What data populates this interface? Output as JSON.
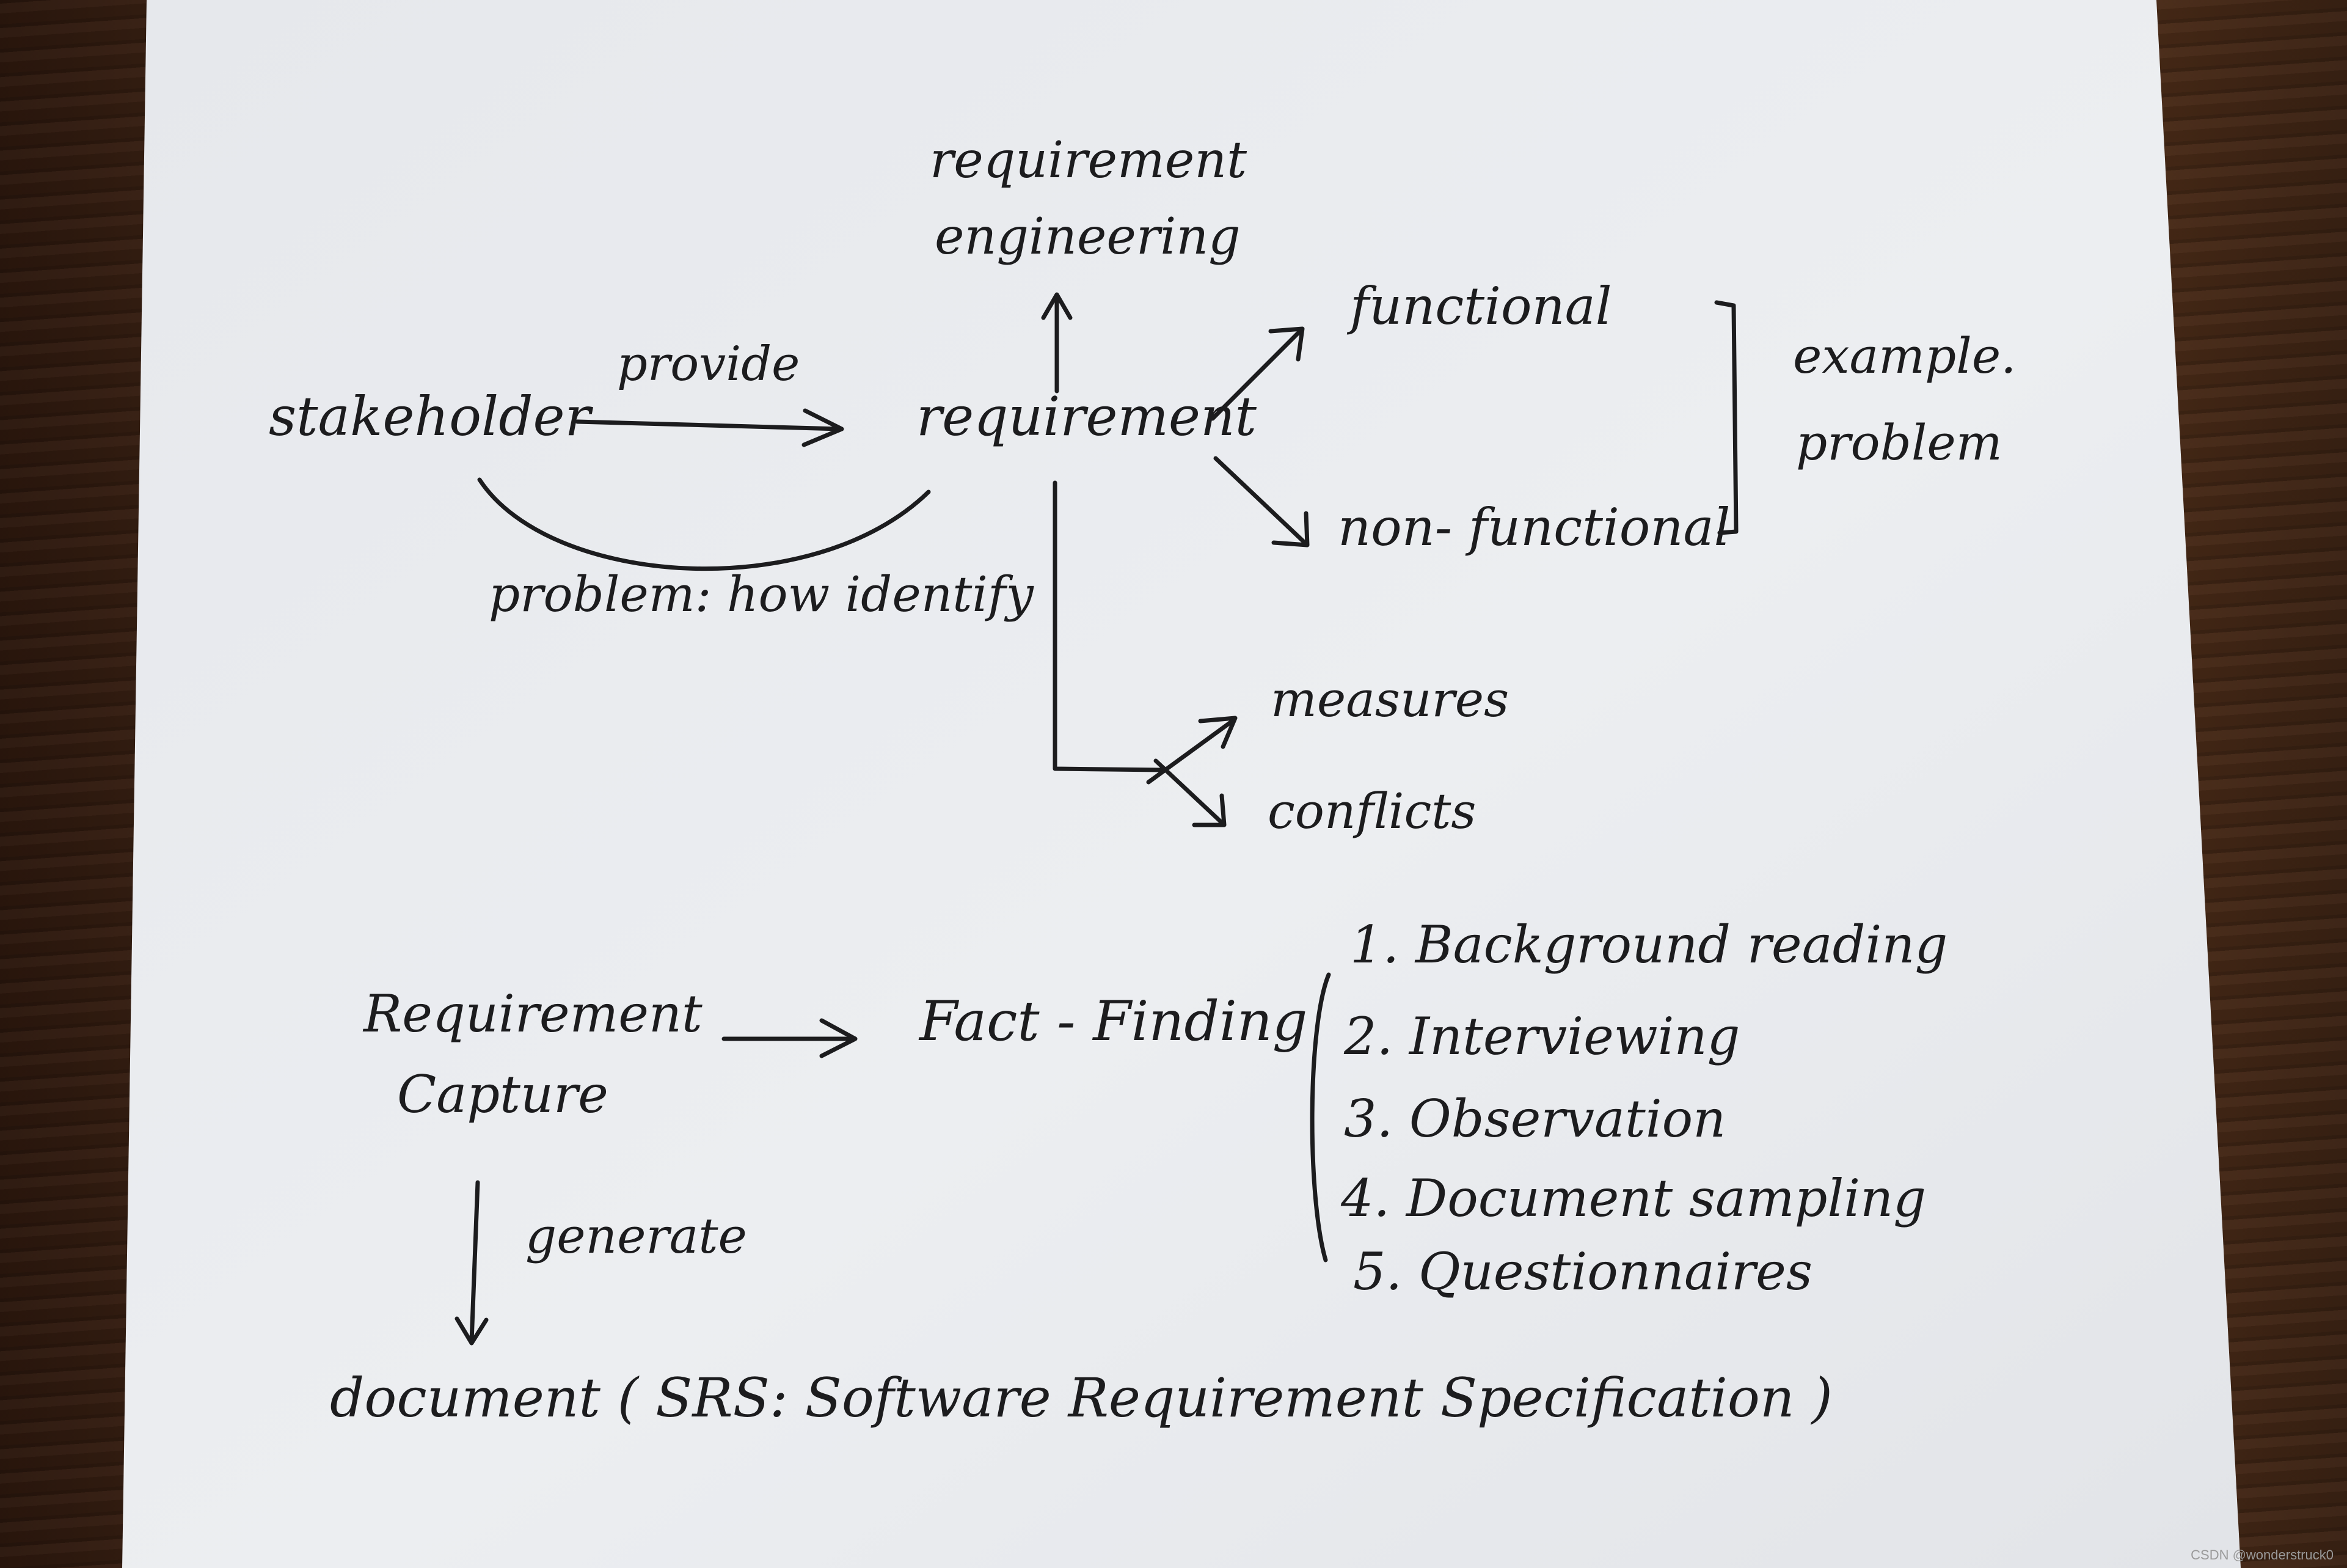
{
  "diagram": {
    "top": {
      "stakeholder": "stakeholder",
      "provide": "provide",
      "requirement": "requirement",
      "re_line1": "requirement",
      "re_line2": "engineering",
      "functional": "functional",
      "non_functional": "non- functional",
      "bracket_line1": "example.",
      "bracket_line2": "problem",
      "problem_note": "problem: how identify",
      "measures": "measures",
      "conflicts": "conflicts"
    },
    "bottom": {
      "capture_line1": "Requirement",
      "capture_line2": "Capture",
      "fact_finding": "Fact - Finding",
      "methods": [
        "1. Background reading",
        "2. Interviewing",
        "3. Observation",
        "4. Document sampling",
        "5. Questionnaires"
      ],
      "generate": "generate",
      "document": "document ( SRS: Software Requirement Specification )"
    }
  },
  "watermark": "CSDN @wonderstruck0",
  "colors": {
    "ink": "#1c1c1e",
    "paper": "#e9ebee",
    "table": "#3b2213"
  }
}
